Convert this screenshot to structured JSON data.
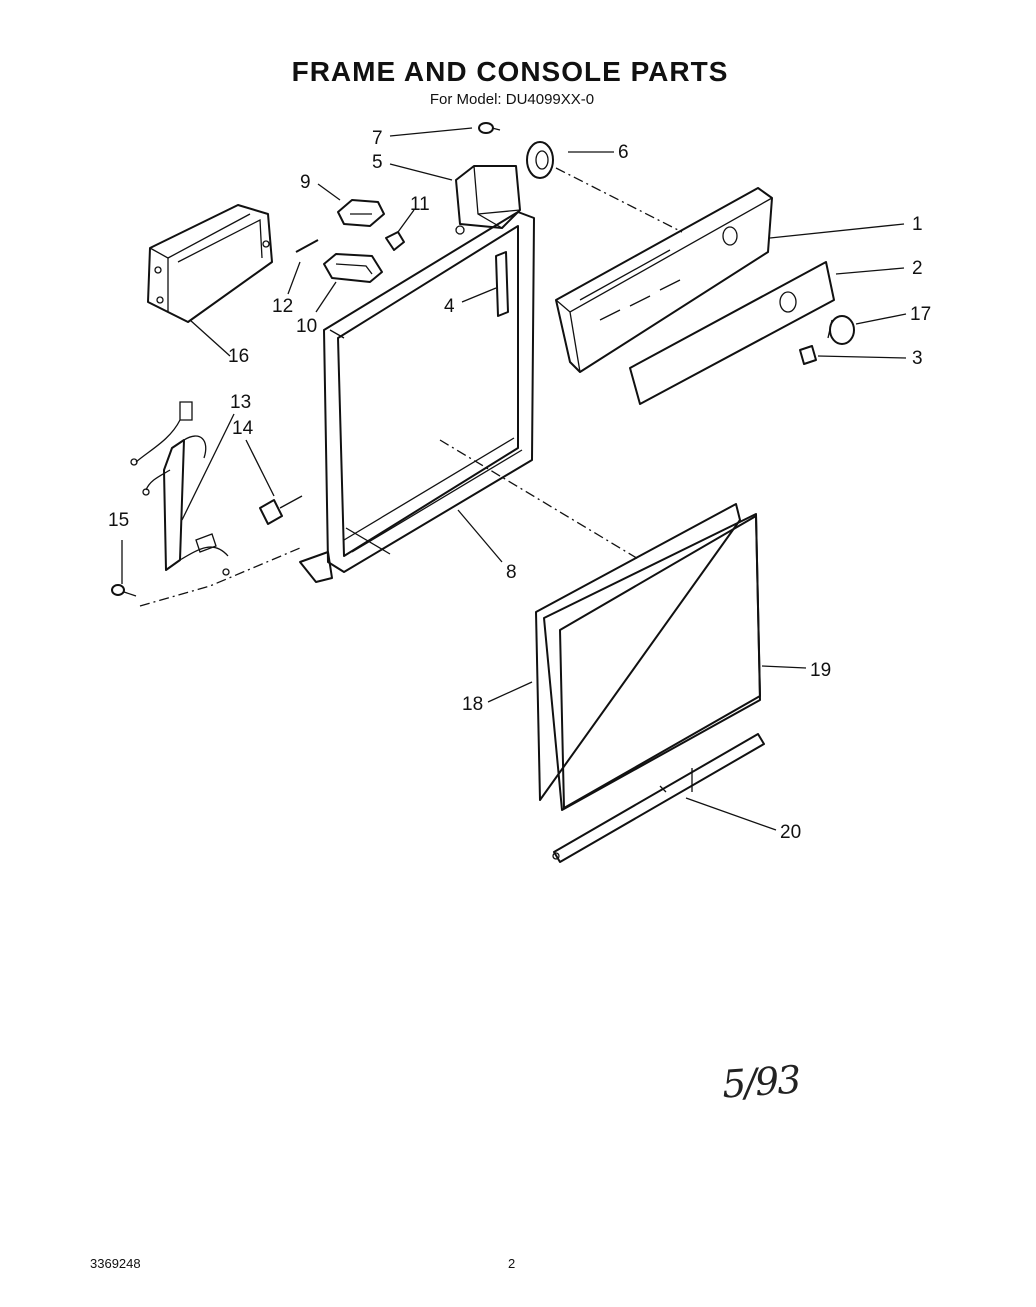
{
  "header": {
    "title": "FRAME AND CONSOLE PARTS",
    "subtitle": "For Model: DU4099XX-0"
  },
  "callouts": [
    "1",
    "2",
    "3",
    "4",
    "5",
    "6",
    "7",
    "8",
    "9",
    "10",
    "11",
    "12",
    "13",
    "14",
    "15",
    "16",
    "17",
    "18",
    "19",
    "20"
  ],
  "footer": {
    "doc_number": "3369248",
    "page_number": "2",
    "handwritten_date": "5/93"
  }
}
